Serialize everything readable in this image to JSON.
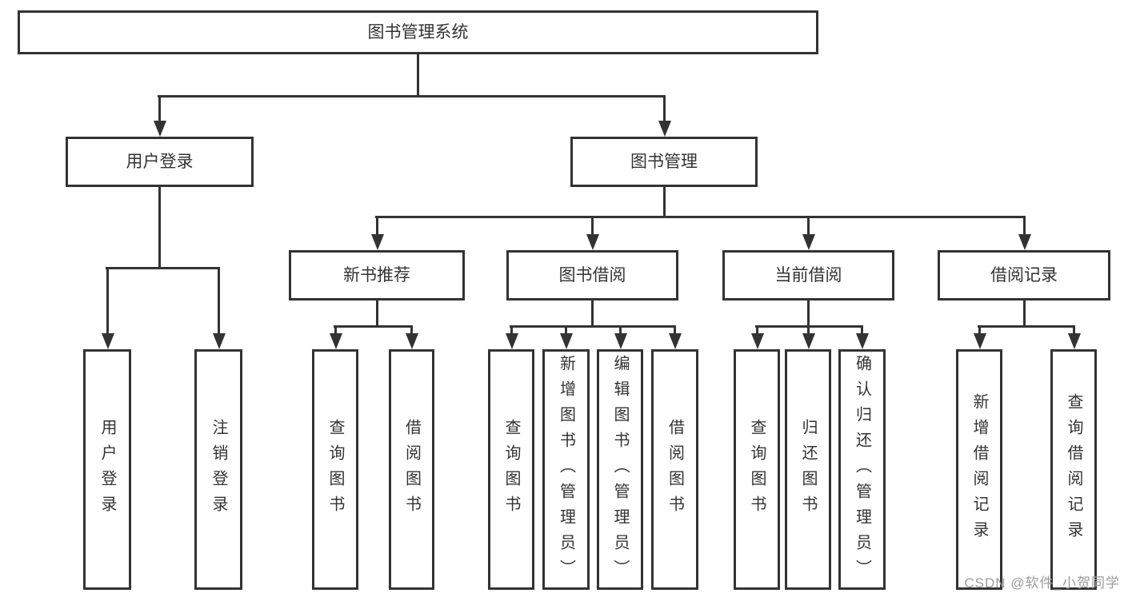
{
  "diagram": {
    "title": "图书管理系统",
    "tree": {
      "label": "图书管理系统",
      "children": [
        {
          "label": "用户登录",
          "children": [
            {
              "label": "用户登录"
            },
            {
              "label": "注销登录"
            }
          ]
        },
        {
          "label": "图书管理",
          "children": [
            {
              "label": "新书推荐",
              "children": [
                {
                  "label": "查询图书"
                },
                {
                  "label": "借阅图书"
                }
              ]
            },
            {
              "label": "图书借阅",
              "children": [
                {
                  "label": "查询图书"
                },
                {
                  "label": "新增图书（管理员）"
                },
                {
                  "label": "编辑图书（管理员）"
                },
                {
                  "label": "借阅图书"
                }
              ]
            },
            {
              "label": "当前借阅",
              "children": [
                {
                  "label": "查询图书"
                },
                {
                  "label": "归还图书"
                },
                {
                  "label": "确认归还（管理员）"
                }
              ]
            },
            {
              "label": "借阅记录",
              "children": [
                {
                  "label": "新增借阅记录"
                },
                {
                  "label": "查询借阅记录"
                }
              ]
            }
          ]
        }
      ]
    },
    "colors": {
      "line": "#333333",
      "text": "#333333",
      "background": "#ffffff",
      "watermark_text": "#9b9b9b"
    }
  },
  "watermark": {
    "text": "CSDN @软件_小贺同学"
  }
}
